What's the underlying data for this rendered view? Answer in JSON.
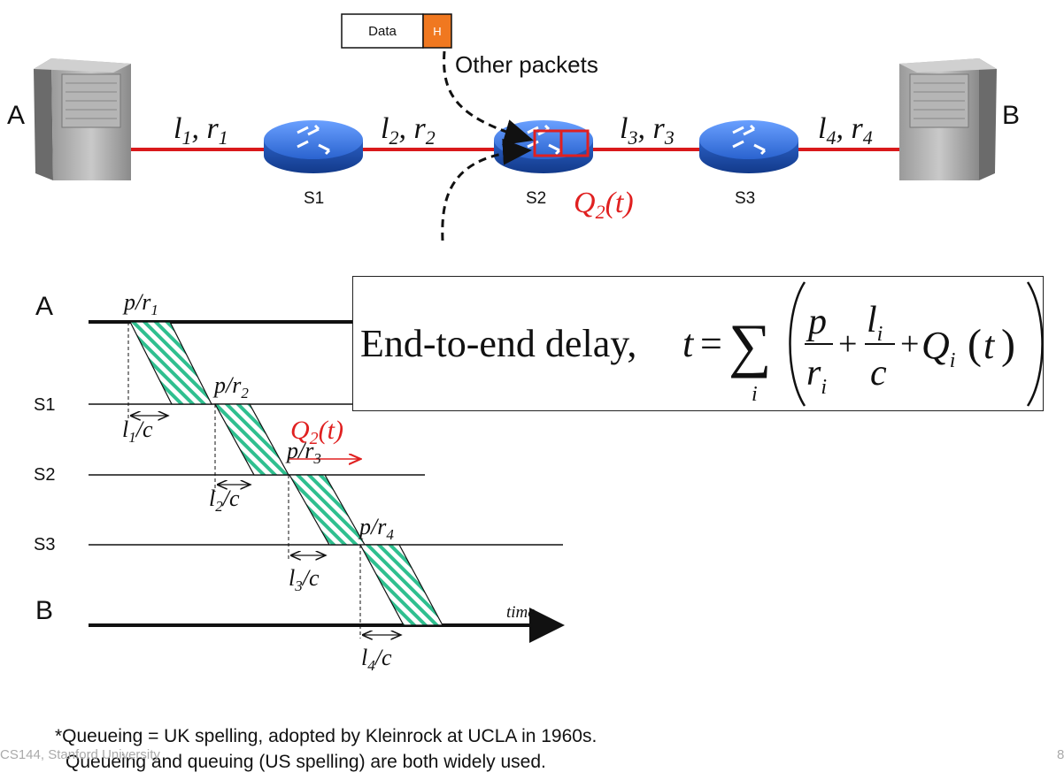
{
  "nodes": {
    "host_a": "A",
    "host_b": "B",
    "switch_1": "S1",
    "switch_2": "S2",
    "switch_3": "S3"
  },
  "links": [
    {
      "l": "l",
      "li": "1",
      "r": "r",
      "ri": "1"
    },
    {
      "l": "l",
      "li": "2",
      "r": "r",
      "ri": "2"
    },
    {
      "l": "l",
      "li": "3",
      "r": "r",
      "ri": "3"
    },
    {
      "l": "l",
      "li": "4",
      "r": "r",
      "ri": "4"
    }
  ],
  "packet": {
    "data_label": "Data",
    "header_label": "H"
  },
  "other_packets_label": "Other packets",
  "queue_label": {
    "q": "Q",
    "sub": "2",
    "arg": "(t)"
  },
  "timeline": {
    "rows": [
      "A",
      "S1",
      "S2",
      "S3",
      "B"
    ],
    "time_label": "time",
    "transmission_labels": [
      {
        "n": "p/r",
        "sub": "1"
      },
      {
        "n": "p/r",
        "sub": "2"
      },
      {
        "n": "p/r",
        "sub": "3"
      },
      {
        "n": "p/r",
        "sub": "4"
      }
    ],
    "propagation_labels": [
      {
        "l": "l",
        "sub": "1",
        "rest": "/c"
      },
      {
        "l": "l",
        "sub": "2",
        "rest": "/c"
      },
      {
        "l": "l",
        "sub": "3",
        "rest": "/c"
      },
      {
        "l": "l",
        "sub": "4",
        "rest": "/c"
      }
    ],
    "queue_label": {
      "q": "Q",
      "sub": "2",
      "arg": "(t)"
    }
  },
  "formula": {
    "text": "End-to-end delay,",
    "t": "t",
    "eq": "=",
    "sum_index": "i",
    "p": "p",
    "r": "r",
    "r_sub": "i",
    "plus": "+",
    "l": "l",
    "l_sub": "i",
    "c": "c",
    "q": "Q",
    "q_sub": "i",
    "q_arg": "t"
  },
  "footnote": {
    "line1": "*Queueing = UK spelling, adopted by Kleinrock at UCLA in 1960s.",
    "line2": "Queueing and queuing (US spelling) are both widely used."
  },
  "footer": {
    "course": "CS144, Stanford University",
    "page": "8"
  },
  "colors": {
    "link": "#d9191b",
    "accent": "#e02020",
    "router": "#2f6fd6",
    "packet_fill": "#33c79a",
    "header": "#f07820"
  }
}
